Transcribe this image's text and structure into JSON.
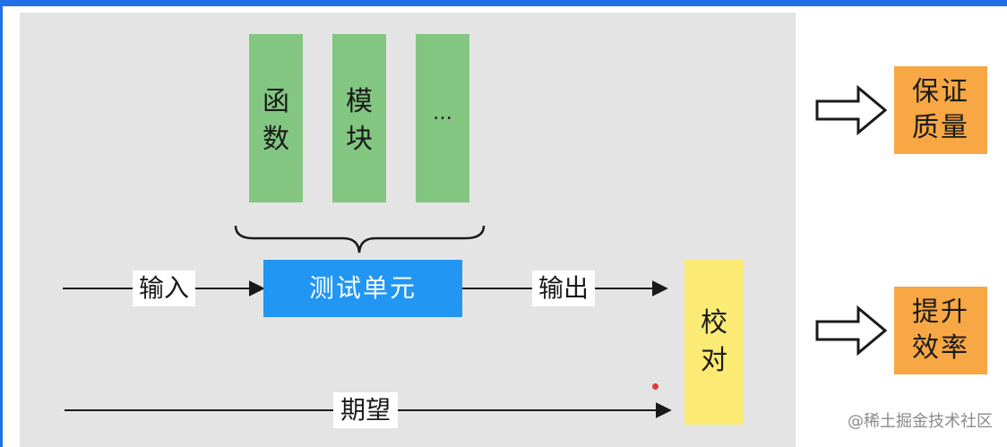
{
  "diagram": {
    "components": [
      {
        "id": "function",
        "chars": [
          "函",
          "数"
        ]
      },
      {
        "id": "module",
        "chars": [
          "模",
          "块"
        ]
      },
      {
        "id": "more",
        "chars": [
          "…"
        ]
      }
    ],
    "unit_label": "测试单元",
    "input_label": "输入",
    "output_label": "输出",
    "expectation_label": "期望",
    "verify_chars": [
      "校",
      "对"
    ],
    "outcomes": [
      {
        "lines": [
          "保证",
          "质量"
        ]
      },
      {
        "lines": [
          "提升",
          "效率"
        ]
      }
    ]
  },
  "watermark": {
    "credit": "@稀土掘金技术社区"
  },
  "colors": {
    "accent_frame": "#1f6fe8",
    "component_green": "#82c681",
    "unit_blue": "#2196f3",
    "verify_yellow": "#fbea73",
    "outcome_orange": "#f7a743",
    "canvas_gray": "#e4e4e4"
  }
}
